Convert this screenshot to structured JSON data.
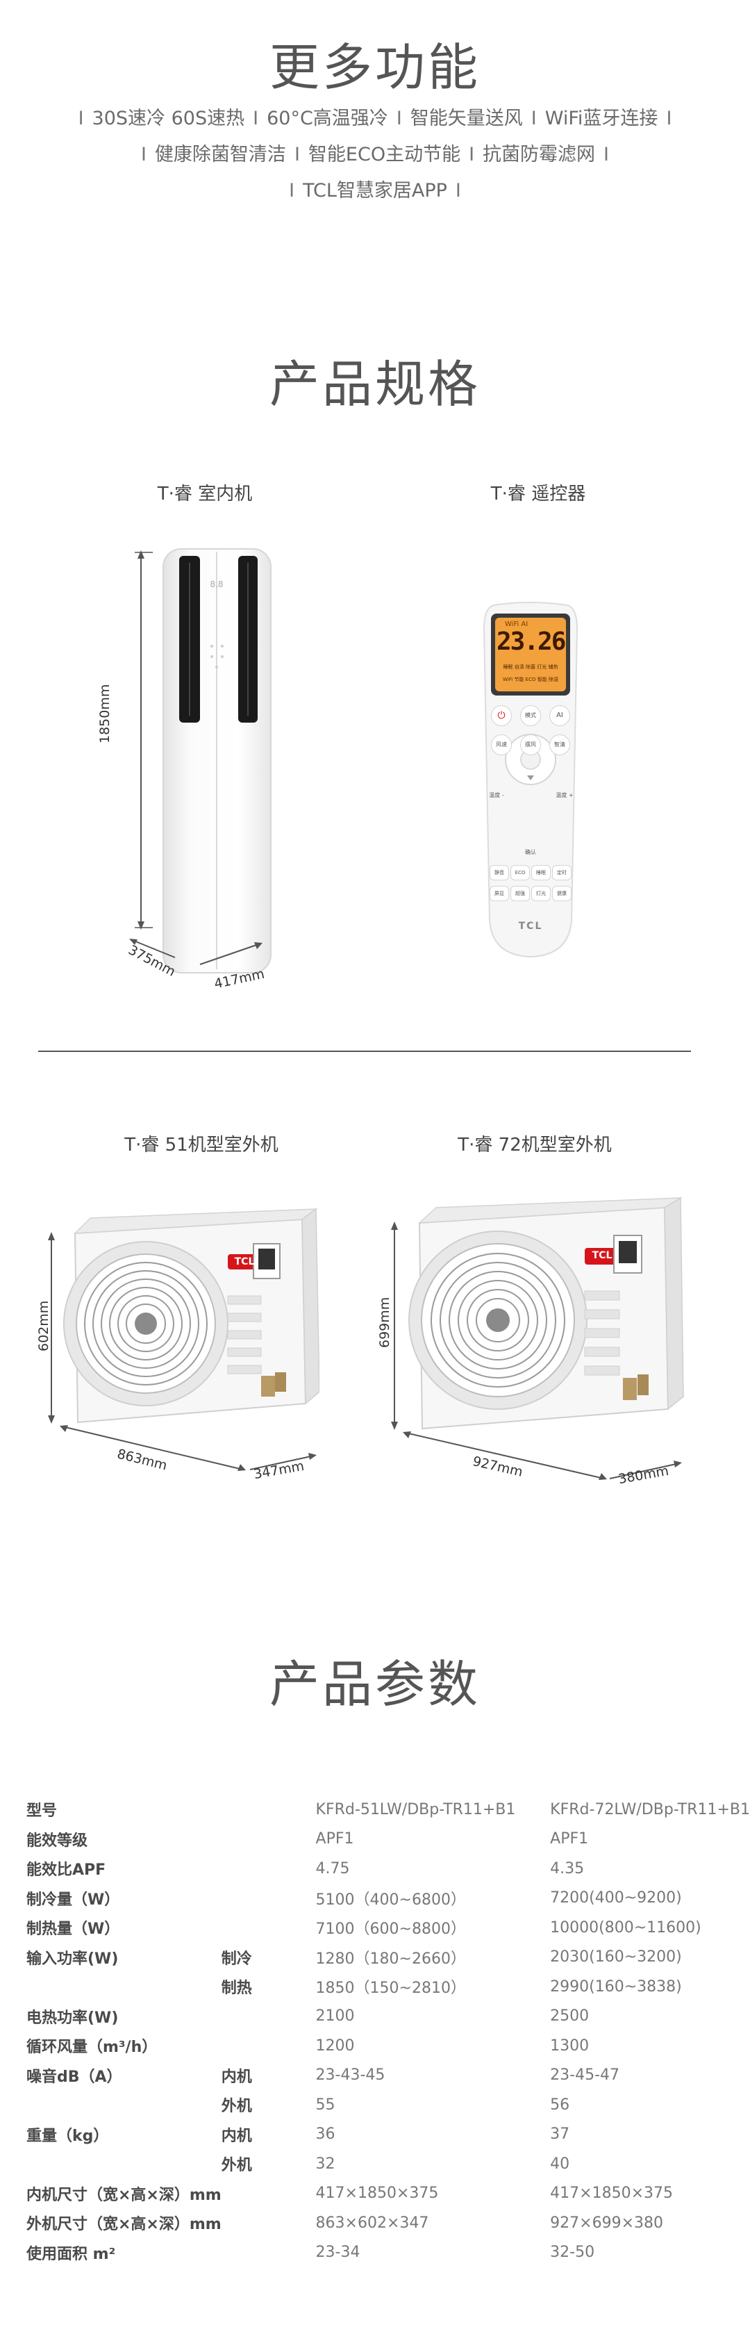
{
  "features": {
    "title": "更多功能",
    "lines": [
      [
        "30S速冷 60S速热",
        "60°C高温强冷",
        "智能矢量送风",
        "WiFi蓝牙连接"
      ],
      [
        "健康除菌智清洁",
        "智能ECO主动节能",
        "抗菌防霉滤网"
      ],
      [
        "TCL智慧家居APP"
      ]
    ],
    "separator": "I"
  },
  "specs": {
    "title": "产品规格",
    "indoor_label": "T·睿 室内机",
    "remote_label": "T·睿 遥控器",
    "indoor_dims": {
      "height": "1850mm",
      "depth": "375mm",
      "width": "417mm"
    },
    "remote_display": {
      "temp": "23.26",
      "wifi_ai": "WiFi AI",
      "row1": "睡眠 自清 除菌 灯光 辅热",
      "row2": "WiFi 节能 ECO 智能 除湿"
    },
    "remote_buttons": {
      "power": "⏻",
      "mode": "模式",
      "ai": "AI",
      "fan": "风速",
      "swing": "摆风",
      "clean": "智清",
      "temp_minus": "温度 -",
      "temp_plus": "温度 +",
      "confirm": "确认",
      "row4": [
        "静音",
        "ECO",
        "睡眠",
        "定时"
      ],
      "row5": [
        "屏显",
        "超强",
        "灯光",
        "健康"
      ]
    },
    "remote_logo": "TCL",
    "outdoor51_label": "T·睿 51机型室外机",
    "outdoor72_label": "T·睿 72机型室外机",
    "outdoor51_dims": {
      "height": "602mm",
      "width": "863mm",
      "depth": "347mm"
    },
    "outdoor72_dims": {
      "height": "699mm",
      "width": "927mm",
      "depth": "380mm"
    },
    "outdoor_logo": "TCL"
  },
  "params": {
    "title": "产品参数",
    "rows": [
      {
        "c1": "型号",
        "c2": "",
        "c3": "KFRd-51LW/DBp-TR11+B1",
        "c4": "KFRd-72LW/DBp-TR11+B1"
      },
      {
        "c1": "能效等级",
        "c2": "",
        "c3": "APF1",
        "c4": "APF1"
      },
      {
        "c1": "能效比APF",
        "c2": "",
        "c3": "4.75",
        "c4": "4.35"
      },
      {
        "c1": "制冷量（W）",
        "c2": "",
        "c3": "5100（400~6800）",
        "c4": "7200(400~9200)"
      },
      {
        "c1": "制热量（W）",
        "c2": "",
        "c3": "7100（600~8800）",
        "c4": "10000(800~11600)"
      },
      {
        "c1": "输入功率(W)",
        "c2": "制冷",
        "c3": "1280（180~2660）",
        "c4": "2030(160~3200)"
      },
      {
        "c1": "",
        "c2": "制热",
        "c3": "1850（150~2810）",
        "c4": "2990(160~3838)"
      },
      {
        "c1": "电热功率(W)",
        "c2": "",
        "c3": "2100",
        "c4": "2500"
      },
      {
        "c1": "循环风量（m³/h）",
        "c2": "",
        "c3": "1200",
        "c4": "1300"
      },
      {
        "c1": "噪音dB（A）",
        "c2": "内机",
        "c3": "23-43-45",
        "c4": "23-45-47"
      },
      {
        "c1": "",
        "c2": "外机",
        "c3": "55",
        "c4": "56"
      },
      {
        "c1": "重量（kg）",
        "c2": "内机",
        "c3": "36",
        "c4": "37"
      },
      {
        "c1": "",
        "c2": "外机",
        "c3": "32",
        "c4": "40"
      },
      {
        "c1": "内机尺寸（宽×高×深）mm",
        "c2": "",
        "c3": "417×1850×375",
        "c4": "417×1850×375"
      },
      {
        "c1": "外机尺寸（宽×高×深）mm",
        "c2": "",
        "c3": "863×602×347",
        "c4": "927×699×380"
      },
      {
        "c1": "使用面积 m²",
        "c2": "",
        "c3": "23-34",
        "c4": "32-50"
      }
    ]
  },
  "colors": {
    "text": "#555555",
    "logo_red": "#d7141a",
    "remote_screen": "#f2a13c"
  }
}
